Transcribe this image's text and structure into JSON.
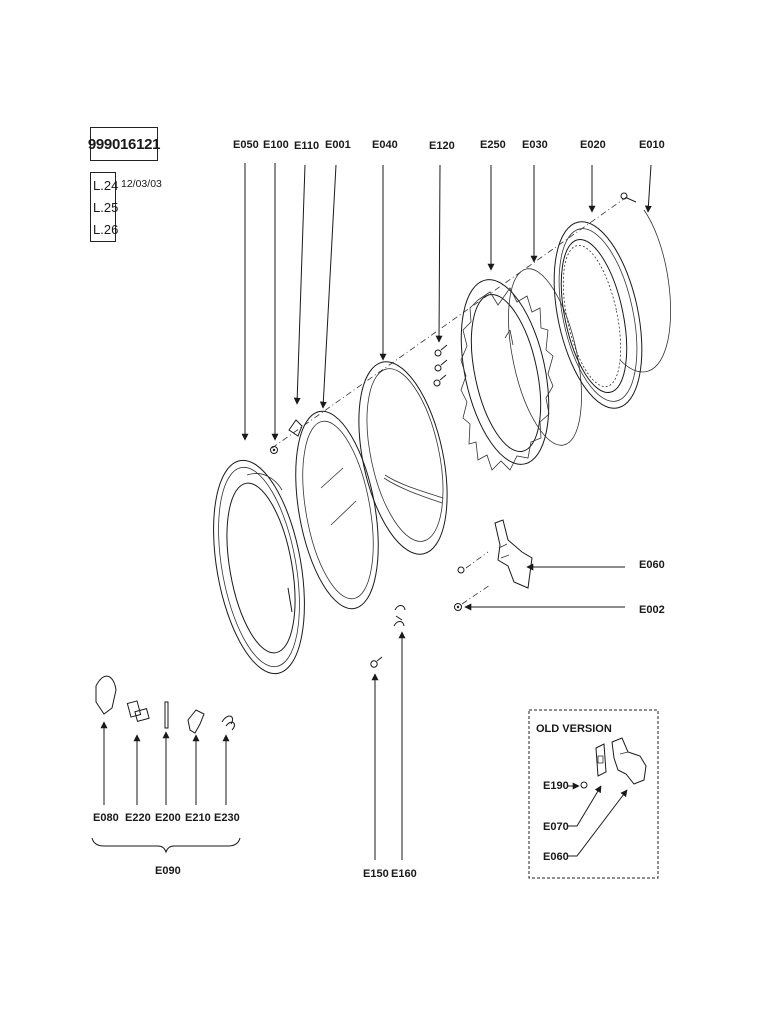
{
  "header": {
    "part_number": "999016121",
    "levels": [
      "L.24",
      "L.25",
      "L.26"
    ],
    "date": "12/03/03"
  },
  "labels": {
    "E050": "E050",
    "E100": "E100",
    "E110": "E110",
    "E001": "E001",
    "E040": "E040",
    "E120": "E120",
    "E250": "E250",
    "E030": "E030",
    "E020": "E020",
    "E010": "E010",
    "E060": "E060",
    "E002": "E002",
    "E080": "E080",
    "E220": "E220",
    "E200": "E200",
    "E210": "E210",
    "E230": "E230",
    "E090": "E090",
    "E150": "E150",
    "E160": "E160"
  },
  "old_version": {
    "title": "OLD VERSION",
    "E190": "E190",
    "E070": "E070",
    "E060": "E060"
  }
}
